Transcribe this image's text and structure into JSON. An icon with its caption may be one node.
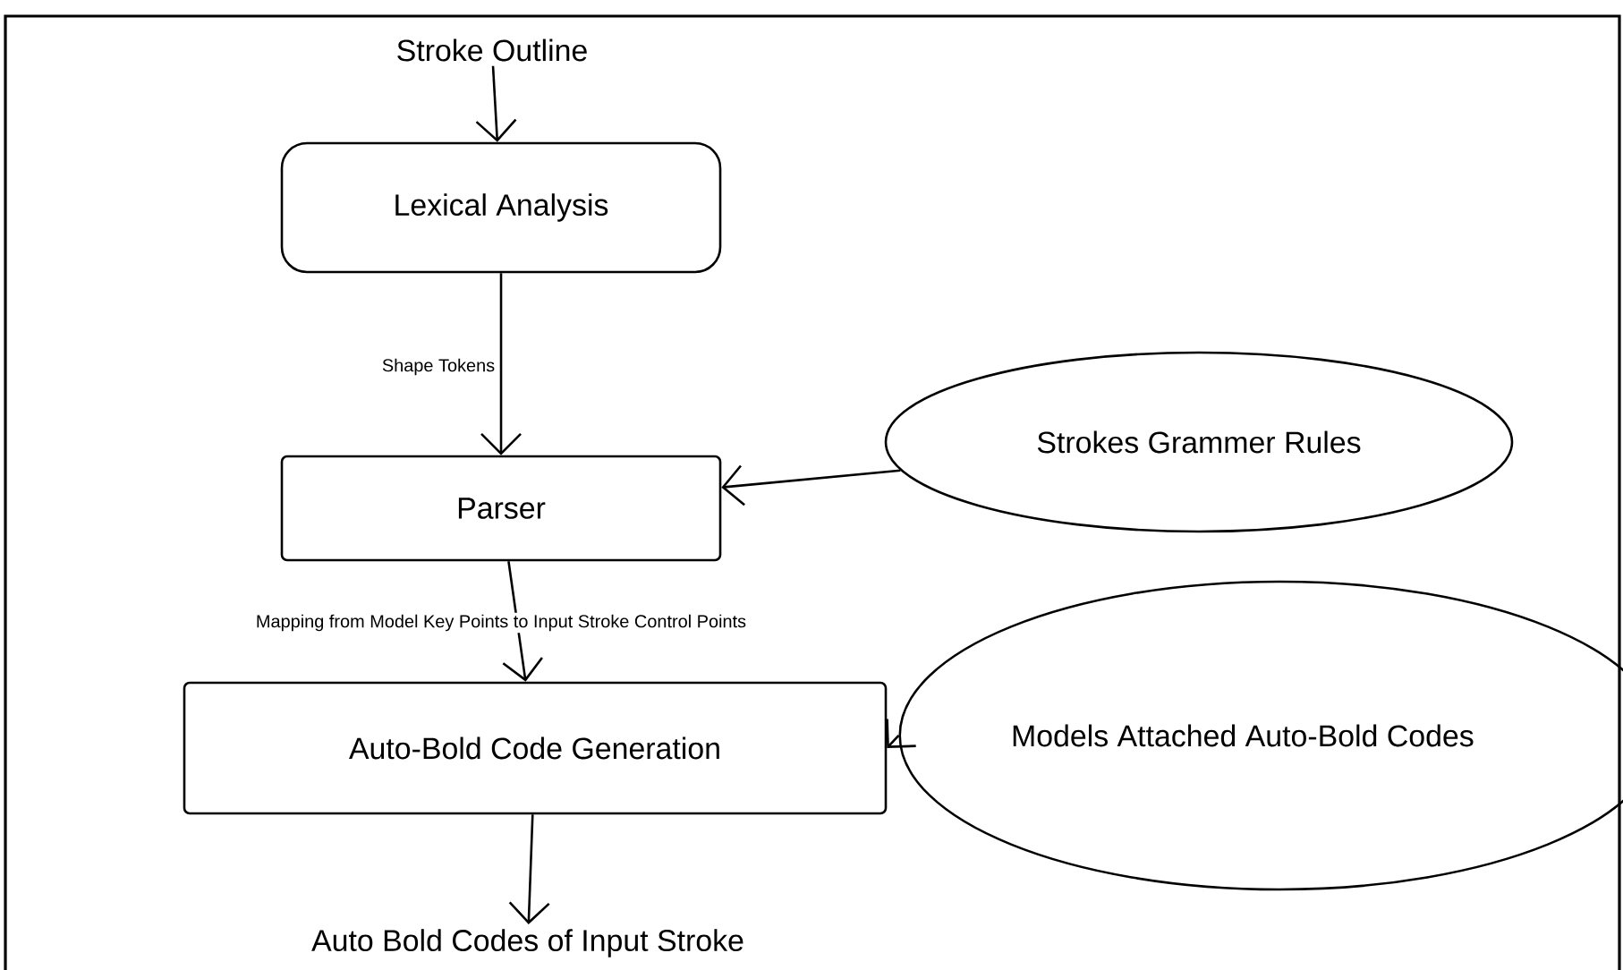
{
  "diagram": {
    "nodes": [
      {
        "text": [
          "Stroke Outline"
        ]
      },
      {
        "text": [
          "Lexical Analysis"
        ]
      },
      {
        "text": [
          "Parser"
        ]
      },
      {
        "text": [
          "Strokes Grammer Rules"
        ]
      },
      {
        "text": [
          "Auto-Bold Code Generation"
        ]
      },
      {
        "text": [
          "Models Attached Auto-Bold Codes"
        ]
      },
      {
        "text": [
          "Auto Bold Codes of Input Stroke"
        ]
      }
    ],
    "edges": [
      {
        "from": 0,
        "to": 1,
        "arrow": "to"
      },
      {
        "from": 1,
        "to": 2,
        "arrow": "to",
        "label": "Shape Tokens"
      },
      {
        "from": 3,
        "to": 2,
        "arrow": "to"
      },
      {
        "from": 2,
        "to": 4,
        "arrow": "to",
        "label": "Mapping from Model Key Points to Input Stroke Control Points"
      },
      {
        "from": 5,
        "to": 4,
        "arrow": "to"
      },
      {
        "from": 4,
        "to": 6,
        "arrow": "to"
      }
    ]
  }
}
